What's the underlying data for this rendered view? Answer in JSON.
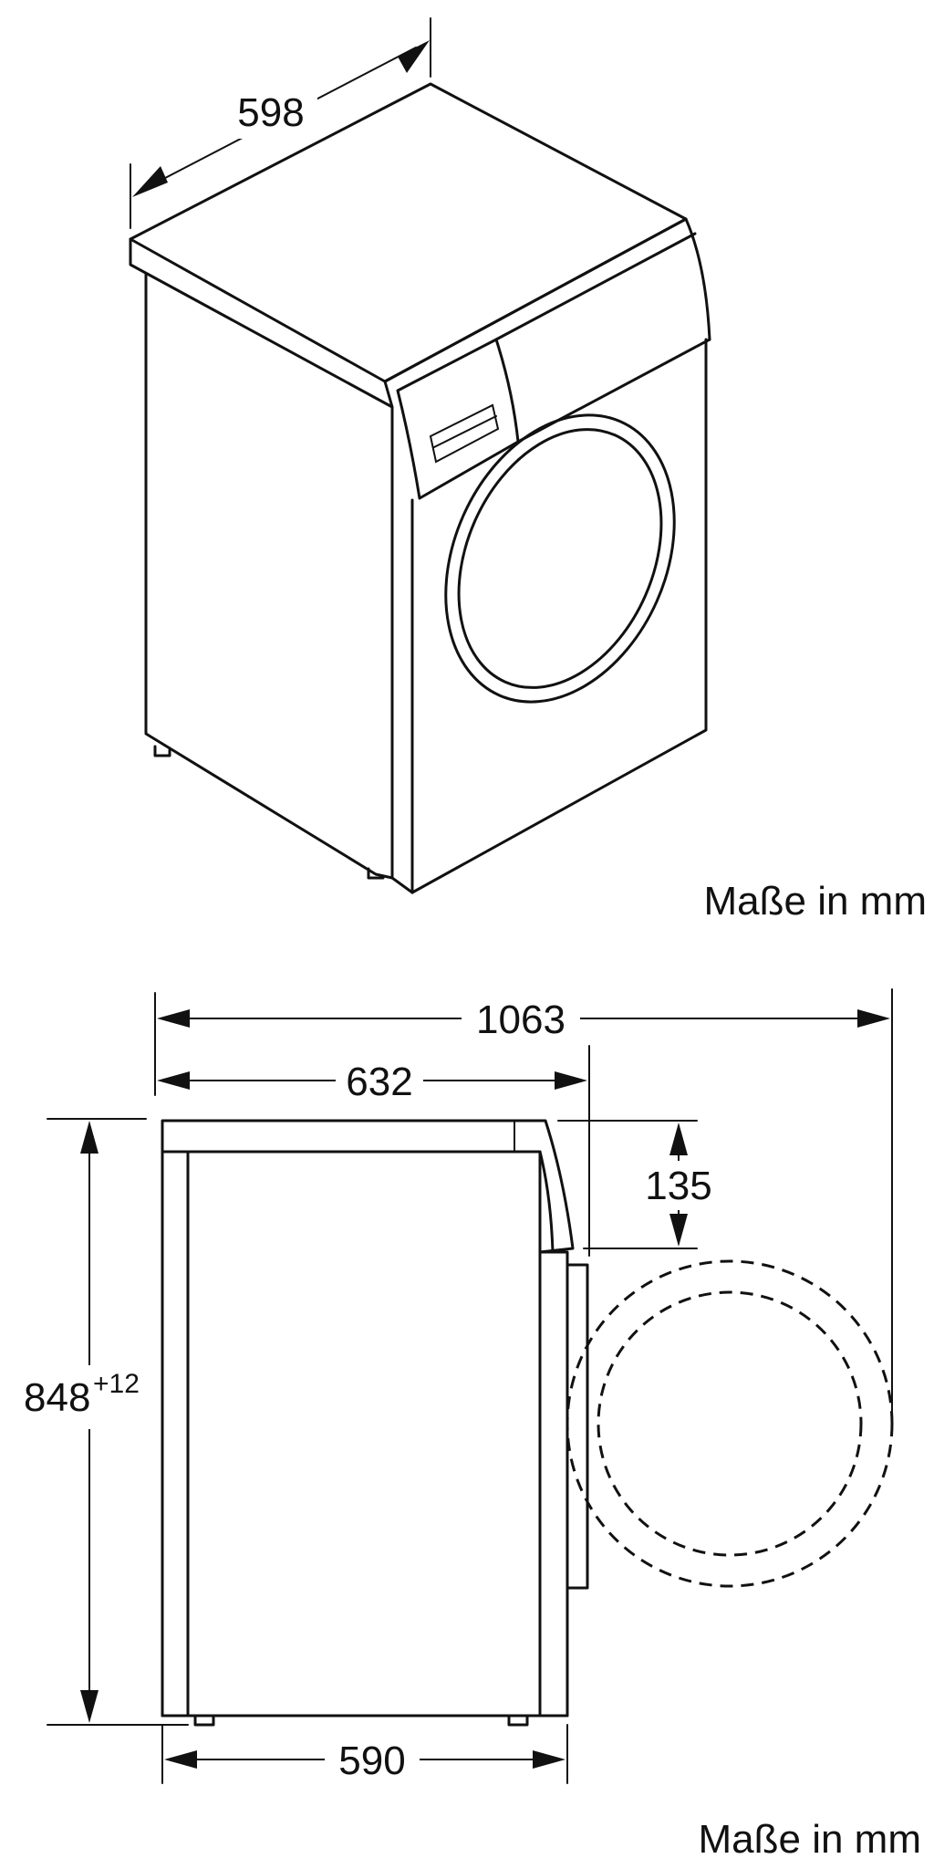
{
  "isometric_view": {
    "width_label": "598",
    "caption": "Maße in mm"
  },
  "side_view": {
    "total_depth_label": "1063",
    "depth_label": "632",
    "top_offset_label": "135",
    "height_label": "848",
    "height_tolerance_label": "+12",
    "base_depth_label": "590",
    "caption": "Maße in mm"
  }
}
